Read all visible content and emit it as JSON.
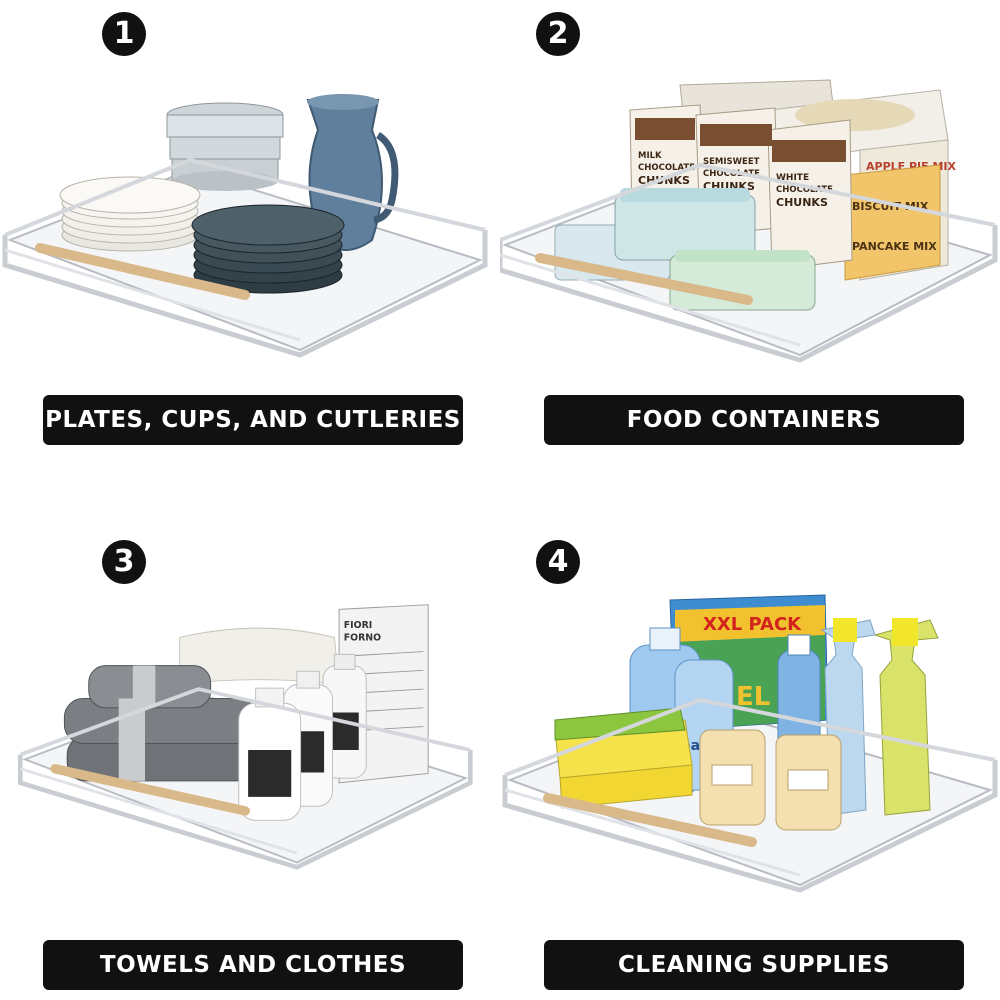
{
  "panels": [
    {
      "number": "1",
      "caption": "PLATES, CUPS, AND CUTLERIES"
    },
    {
      "number": "2",
      "caption": "FOOD CONTAINERS",
      "products": [
        "MILK CHOCOLATE CHUNKS",
        "SEMISWEET CHOCOLATE CHUNKS",
        "WHITE CHOCOLATE CHUNKS",
        "APPLE PIE MIX",
        "BISCUIT MIX",
        "PANCAKE MIX"
      ]
    },
    {
      "number": "3",
      "caption": "TOWELS AND CLOTHES",
      "products": [
        "FIORI FORNO"
      ]
    },
    {
      "number": "4",
      "caption": "CLEANING SUPPLIES",
      "products": [
        "XXL PACK",
        "Mr. Clean",
        "EL"
      ]
    }
  ],
  "colors": {
    "badge": "#111111",
    "caption_bg": "#111111",
    "caption_text": "#ffffff",
    "chrome": "#c9ccd1",
    "wood_handle": "#d9b98a"
  }
}
